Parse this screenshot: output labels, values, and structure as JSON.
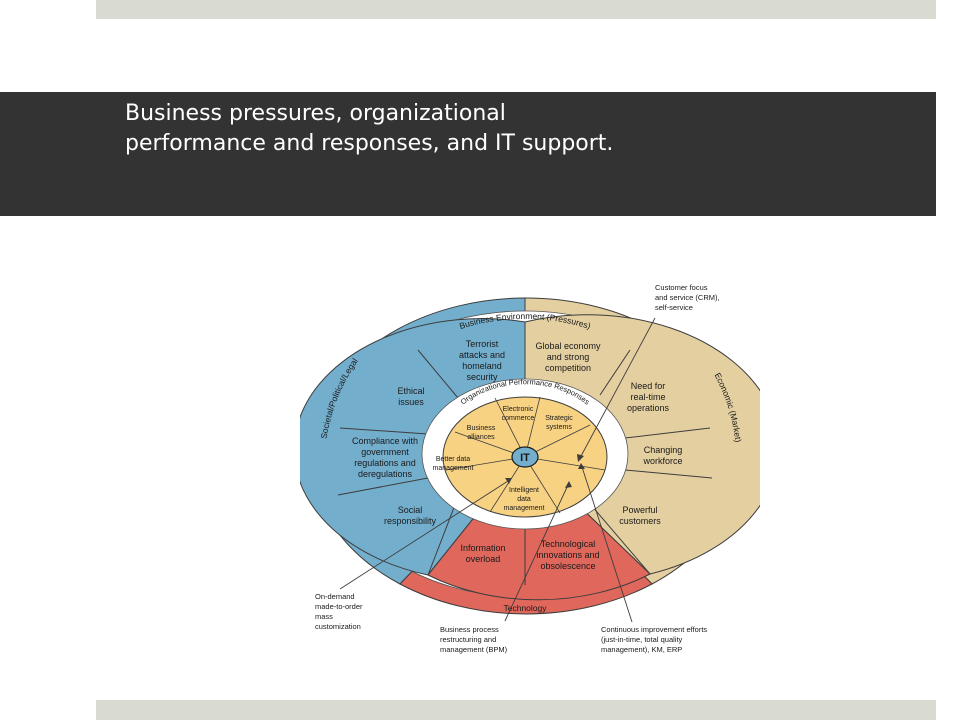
{
  "slide": {
    "title_line_1": "Business pressures, organizational",
    "title_line_2": "performance and responses, and IT support."
  },
  "colors": {
    "title_band": "#333333",
    "accent_bars": "#d9dbd3",
    "societal": "#74aecd",
    "economic": "#e4cfa1",
    "technology": "#e0675c",
    "inner": "#f7d283"
  },
  "diagram": {
    "ring_labels": {
      "business_environment": "Business Environment (Pressures)",
      "societal": "Societal/Political/Legal",
      "economic": "Economic (Market)",
      "technology": "Technology",
      "org_responses": "Organizational Performance Responses"
    },
    "center": "IT",
    "pressures": [
      [
        "Terrorist",
        "attacks and",
        "homeland",
        "security"
      ],
      [
        "Global economy",
        "and strong",
        "competition"
      ],
      [
        "Need for",
        "real-time",
        "operations"
      ],
      [
        "Changing",
        "workforce"
      ],
      [
        "Powerful",
        "customers"
      ],
      [
        "Technological",
        "innovations and",
        "obsolescence"
      ],
      [
        "Information",
        "overload"
      ],
      [
        "Social",
        "responsibility"
      ],
      [
        "Compliance with",
        "government",
        "regulations and",
        "deregulations"
      ],
      [
        "Ethical",
        "issues"
      ]
    ],
    "responses": [
      [
        "Electronic",
        "commerce"
      ],
      [
        "Strategic",
        "systems"
      ],
      [
        "Business",
        "alliances"
      ],
      [
        "Better data",
        "management"
      ],
      [
        "Intelligent",
        "data",
        "management"
      ]
    ],
    "callouts": [
      [
        "Customer focus",
        "and service (CRM),",
        "self-service"
      ],
      [
        "On-demand",
        "made-to-order",
        "mass",
        "customization"
      ],
      [
        "Business process",
        "restructuring and",
        "management (BPM)"
      ],
      [
        "Continuous improvement efforts",
        "(just-in-time, total quality",
        "management), KM, ERP"
      ]
    ]
  }
}
